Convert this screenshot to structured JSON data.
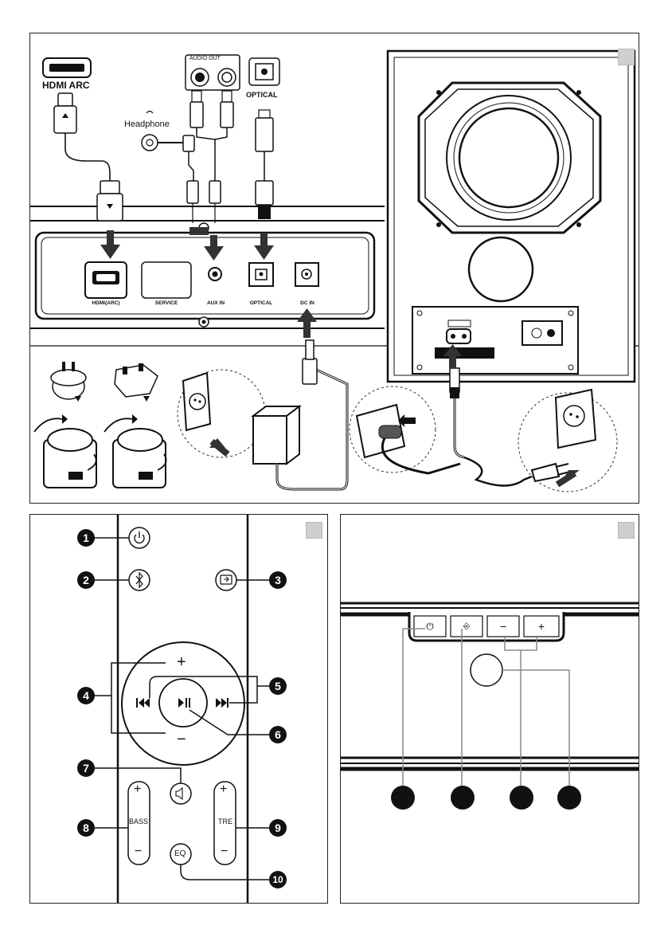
{
  "top_panel": {
    "hdmi_arc_label": "HDMI ARC",
    "audio_out_label": "AUDIO  OUT",
    "headphone_label": "Headphone",
    "optical_label": "OPTICAL",
    "ports": {
      "hdmi": "HDMI(ARC)",
      "service": "SERVICE",
      "aux": "AUX  IN",
      "optical": "OPTICAL",
      "dc": "DC  IN"
    }
  },
  "remote_panel": {
    "callouts": [
      "1",
      "2",
      "3",
      "4",
      "5",
      "6",
      "7",
      "8",
      "9",
      "10"
    ],
    "bass_label": "BASS",
    "treble_label": "TRE",
    "eq_label": "EQ",
    "plus": "+",
    "minus": "−"
  },
  "top_buttons_panel": {
    "buttons": [
      "⏻",
      "⎆",
      "−",
      "+"
    ]
  },
  "colors": {
    "line": "#111111",
    "accent_gray": "#cfcfcf",
    "callout": "#111111"
  }
}
